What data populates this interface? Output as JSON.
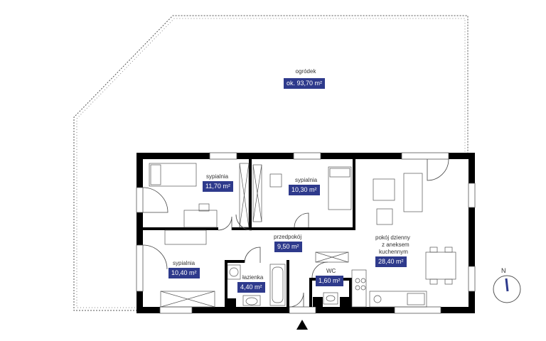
{
  "garden": {
    "label": "ogródek",
    "area": "ok. 93,70 m²"
  },
  "rooms": [
    {
      "id": "bedroom-1",
      "label": "sypialnia",
      "area": "11,70 m²"
    },
    {
      "id": "bedroom-2",
      "label": "sypialnia",
      "area": "10,30 m²"
    },
    {
      "id": "hallway",
      "label": "przedpokój",
      "area": "9,50 m²"
    },
    {
      "id": "living",
      "label_lines": [
        "pokój dzienny",
        "z aneksem",
        "kuchennym"
      ],
      "area": "28,40 m²"
    },
    {
      "id": "bedroom-3",
      "label": "sypialnia",
      "area": "10,40 m²"
    },
    {
      "id": "bathroom",
      "label": "łazienka",
      "area": "4,40 m²"
    },
    {
      "id": "wc",
      "label": "WC",
      "area": "1,60 m²"
    }
  ],
  "compass": {
    "label": "N"
  },
  "colors": {
    "badge": "#2e3a8c",
    "wall": "#000000",
    "text": "#333333",
    "entrance": "#000000"
  },
  "icons": {
    "entrance": "triangle-up-icon",
    "compass": "compass-icon"
  }
}
